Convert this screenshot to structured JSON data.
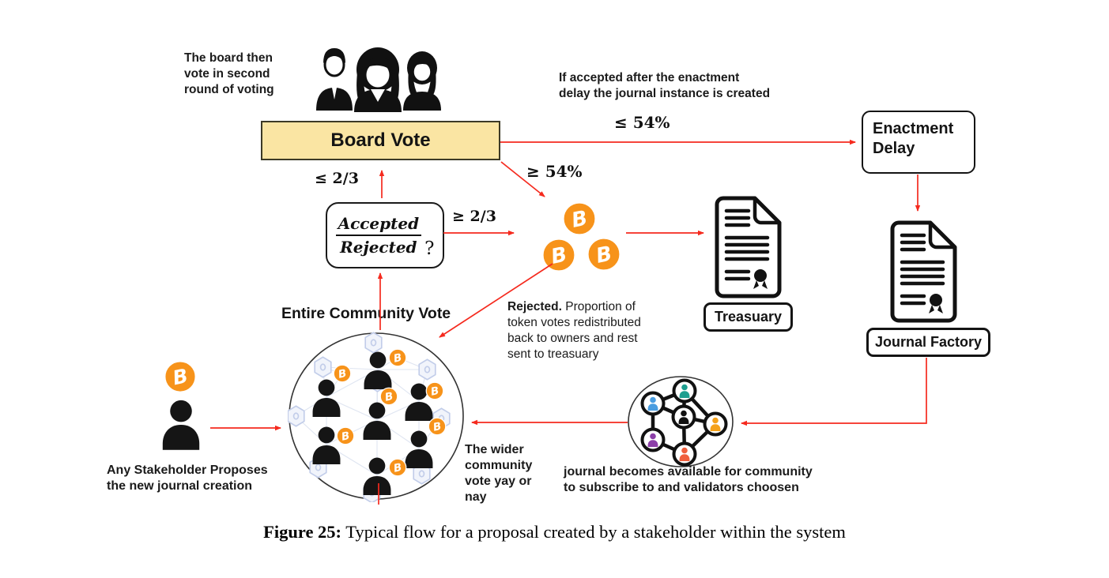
{
  "caption": {
    "label": "Figure 25:",
    "text": "Typical flow for a proposal created by a stakeholder within the system"
  },
  "boxes": {
    "board_vote": "Board Vote",
    "enactment_delay": "Enactment Delay",
    "treasury": "Treasuary",
    "journal_factory": "Journal Factory",
    "community_vote_title": "Entire Community Vote",
    "decision_numerator": "Accepted",
    "decision_denominator": "Rejected",
    "decision_question": "?"
  },
  "edge_labels": {
    "board_to_enactment": "≤ 54%",
    "board_to_tokens": "≥ 54%",
    "decision_to_board": "≤ 2/3",
    "decision_to_tokens": "≥ 2/3"
  },
  "annotations": {
    "board_second_round": "The board then\nvote in second\nround of voting",
    "enactment_note": "If accepted after the enactment\ndelay the journal instance is created",
    "rejected_lead": "Rejected.",
    "rejected_rest": " Proportion of\ntoken votes redistributed\nback to owners and rest\nsent to treasuary",
    "stakeholder_note": "Any Stakeholder Proposes\nthe new journal creation",
    "wider_community_note": "The wider\ncommunity\nvote yay or\nnay",
    "journal_available_note": "journal becomes available for community\nto subscribe to and validators choosen"
  },
  "icons": {
    "bitcoin_glyph": "B"
  },
  "colors": {
    "arrow_red": "#f52a1e",
    "bitcoin_orange": "#f7931a",
    "board_vote_fill": "#fae5a3",
    "board_vote_border": "#3c3a26",
    "node_teal": "#1d9e8f",
    "node_blue": "#4a9de0",
    "node_black": "#111111",
    "node_orange": "#f5a21b",
    "node_purple": "#8c3fa8",
    "node_red": "#f05f3e"
  }
}
